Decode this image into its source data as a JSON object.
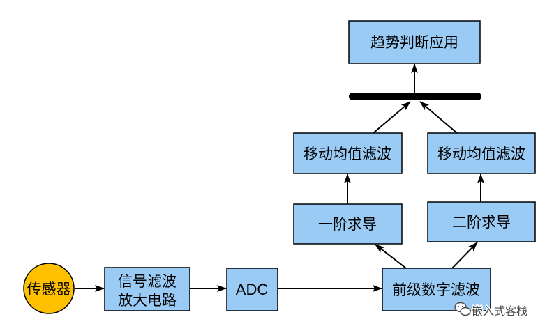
{
  "nodes": {
    "sensor": "传感器",
    "signal_filter_line1": "信号滤波",
    "signal_filter_line2": "放大电路",
    "adc": "ADC",
    "pre_digital_filter": "前级数字滤波",
    "first_derivative": "一阶求导",
    "second_derivative": "二阶求导",
    "moving_average_left": "移动均值滤波",
    "moving_average_right": "移动均值滤波",
    "trend_application": "趋势判断应用"
  },
  "watermark": {
    "text": "嵌入式客栈",
    "icon": "wechat-icon"
  },
  "colors": {
    "box_fill": "#9ACBF5",
    "sensor_fill": "#FFC000",
    "stroke": "#000000",
    "watermark": "#4a4a4a"
  }
}
